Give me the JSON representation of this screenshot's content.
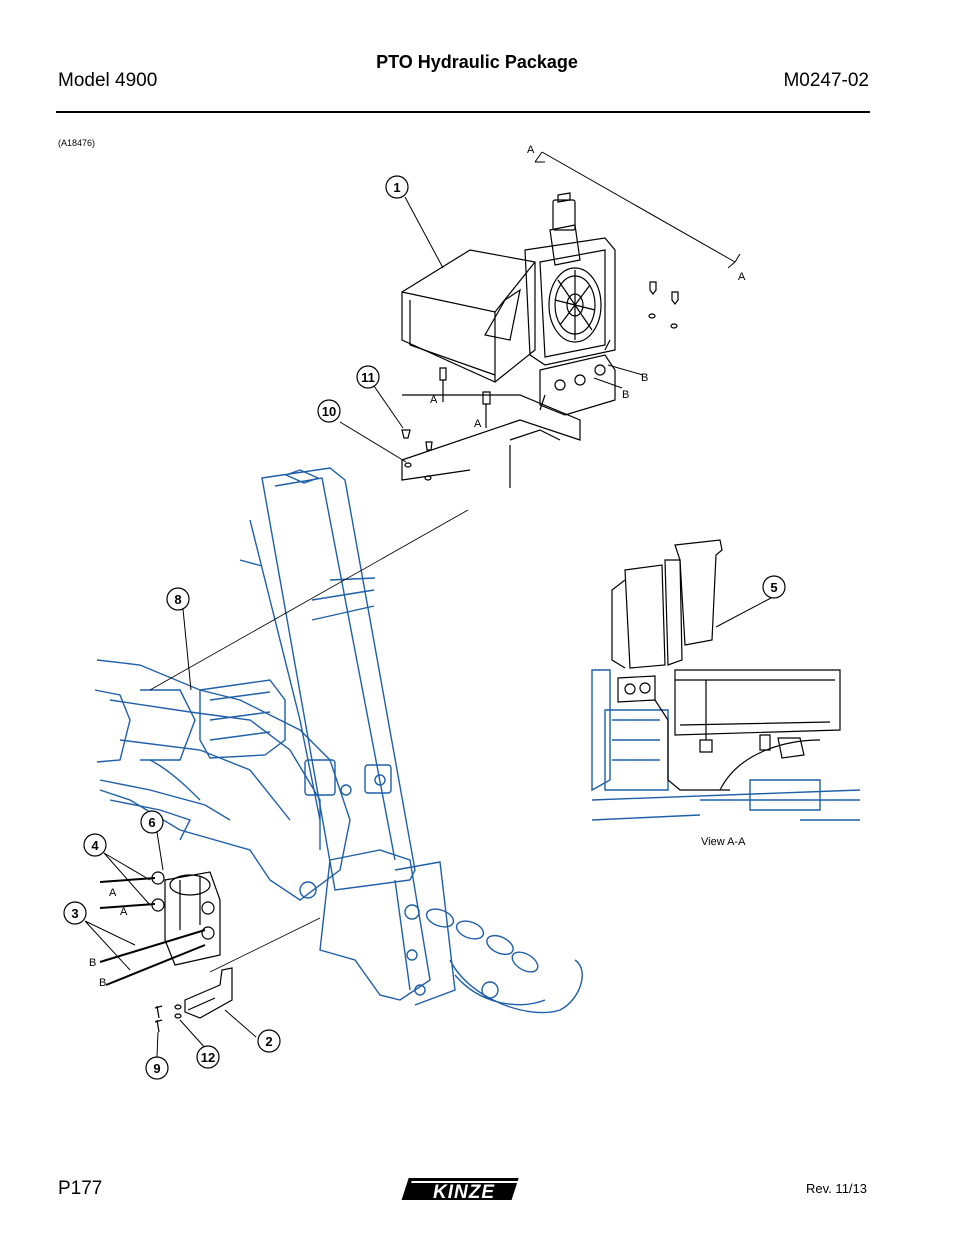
{
  "header": {
    "title": "PTO Hydraulic Package",
    "model": "Model 4900",
    "doc_number": "M0247-02"
  },
  "figure": {
    "id": "(A18476)",
    "view_caption": "View A-A",
    "callouts": [
      "1",
      "2",
      "3",
      "4",
      "5",
      "6",
      "8",
      "9",
      "10",
      "11",
      "12"
    ],
    "letters": {
      "section_a": "A",
      "hose_a": "A",
      "hose_b": "B"
    }
  },
  "footer": {
    "page": "P177",
    "revision": "Rev. 11/13",
    "brand": "KINZE"
  },
  "colors": {
    "line": "#000000",
    "frame": "#1f5fa8"
  }
}
